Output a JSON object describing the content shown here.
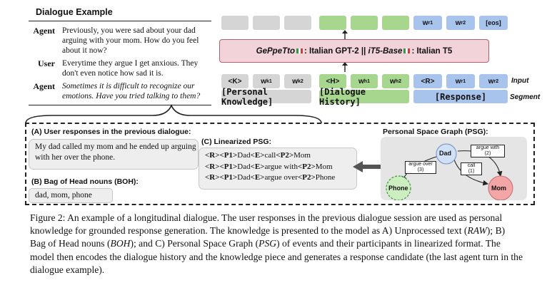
{
  "dialogue": {
    "title": "Dialogue Example",
    "turns": [
      {
        "speaker": "Agent",
        "text": "Previously, you were sad about your dad arguing with your mom. How do you feel about it now?"
      },
      {
        "speaker": "User",
        "text": "Everytime they argue I get anxious. They don't even notice how sad it is."
      },
      {
        "speaker": "Agent",
        "text": "Sometimes it is difficult to recognize our emotions. Have you tried talking to them?"
      }
    ]
  },
  "model": {
    "gpt_name": "GePpeTto",
    "gpt_desc": ": Italian GPT-2 ||",
    "t5_name": "iT5-Base",
    "t5_desc": ": Italian T5"
  },
  "output_tokens": {
    "w1": "w",
    "w1_sup": "r",
    "w1_sub": "1",
    "w2": "w",
    "w2_sup": "r",
    "w2_sub": "2",
    "eos": "[eos]"
  },
  "input_tokens": {
    "k_tag": "<K>",
    "wk": "w",
    "wk_sup": "k",
    "wk1_sub": "1",
    "wk2_sub": "2",
    "h_tag": "<H>",
    "wh": "w",
    "wh_sup": "h",
    "wh1_sub": "1",
    "wh2_sub": "2",
    "r_tag": "<R>",
    "wr": "w",
    "wr_sup": "r",
    "wr1_sub": "1",
    "wr2_sub": "2"
  },
  "labels": {
    "input": "Input",
    "segment": "Segment",
    "seg_knowledge": "[Personal Knowledge]",
    "seg_history": "[Dialogue History]",
    "seg_response": "[Response]"
  },
  "panel": {
    "raw_title": "(A) User responses in the previous dialogue:",
    "raw_text": "My dad called my mom and he ended up arguing with her over the phone.",
    "boh_title": "(B) Bag of Head nouns (BOH):",
    "boh_text": "dad, mom, phone",
    "psg_lin_title": "(C) Linearized PSG:",
    "psg_lines": [
      {
        "r": "<R>",
        "p1": "<P1>",
        "a": "Dad",
        "e": "<E>",
        "rel": "call",
        "p2": "<P2>",
        "b": "Mom"
      },
      {
        "r": "<R>",
        "p1": "<P1>",
        "a": "Dad",
        "e": "<E>",
        "rel": "argue with",
        "p2": "<P2>",
        "b": "Mom"
      },
      {
        "r": "<R>",
        "p1": "<P1>",
        "a": "Dad",
        "e": "<E>",
        "rel": "argue over",
        "p2": "<P2>",
        "b": "Phone"
      }
    ],
    "psg_title": "Personal Space Graph (PSG):",
    "graph": {
      "dad": "Dad",
      "mom": "Mom",
      "phone": "Phone",
      "e_argue_with": "argue with",
      "e_argue_with_n": "(2)",
      "e_call": "call",
      "e_call_n": "(1)",
      "e_argue_over": "argue over",
      "e_argue_over_n": "(3)"
    }
  },
  "caption": {
    "lead": "Figure 2: An example of a longitudinal dialogue. The user responses in the previous dialogue session are used as personal knowledge for grounded response generation. The knowledge is presented to the model as A) Unprocessed text (",
    "raw": "RAW",
    "mid1": "); B) Bag of Head nouns (",
    "boh": "BOH",
    "mid2": "); and C) Personal Space Graph (",
    "psg": "PSG",
    "tail": ") of events and their participants in linearized format. The model then encodes the dialogue history and the knowledge piece and generates a response candidate (the last agent turn in the dialogue example)."
  },
  "colors": {
    "gray_token": "#d5d5d5",
    "green_token": "#a7d68f",
    "blue_token": "#a8c4ec",
    "model_fill": "#f3d3da",
    "mom_node": "#f4a6a6",
    "dad_node": "#cfe0f7",
    "phone_node": "#cdeec0"
  }
}
